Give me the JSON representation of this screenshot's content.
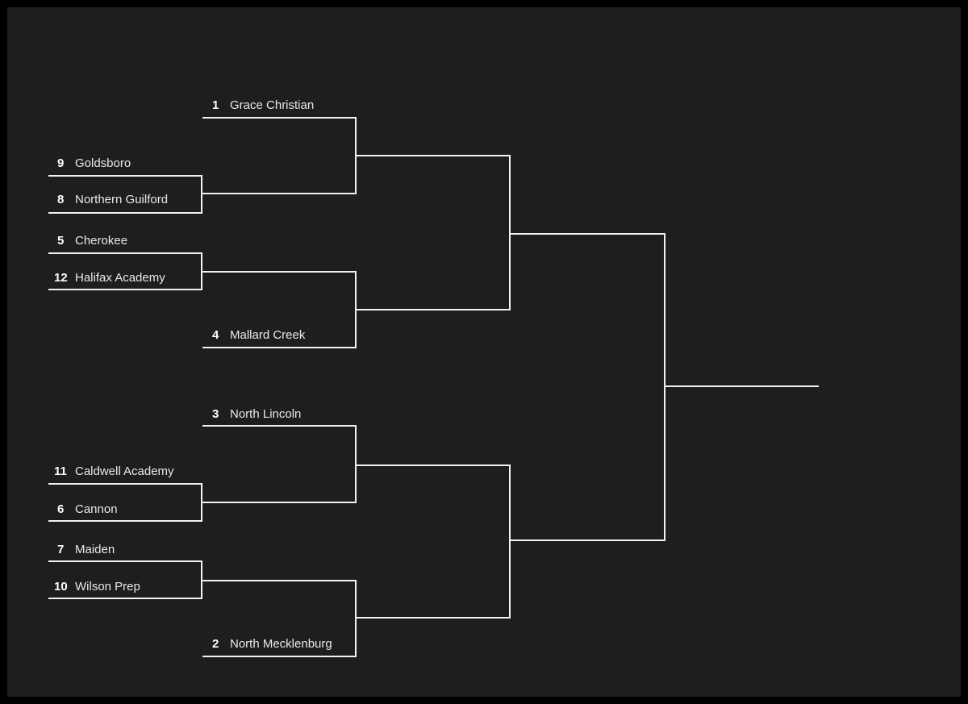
{
  "colors": {
    "page_border": "#000000",
    "background": "#1e1e21",
    "lines": "#f2f2f2",
    "text": "#e9e9e9"
  },
  "bracket": {
    "teams": [
      {
        "id": "grace-christian",
        "seed": "1",
        "name": "Grace Christian"
      },
      {
        "id": "goldsboro",
        "seed": "9",
        "name": "Goldsboro"
      },
      {
        "id": "northern-guilford",
        "seed": "8",
        "name": "Northern Guilford"
      },
      {
        "id": "cherokee",
        "seed": "5",
        "name": "Cherokee"
      },
      {
        "id": "halifax-academy",
        "seed": "12",
        "name": "Halifax Academy"
      },
      {
        "id": "mallard-creek",
        "seed": "4",
        "name": "Mallard Creek"
      },
      {
        "id": "north-lincoln",
        "seed": "3",
        "name": "North Lincoln"
      },
      {
        "id": "caldwell-academy",
        "seed": "11",
        "name": "Caldwell Academy"
      },
      {
        "id": "cannon",
        "seed": "6",
        "name": "Cannon"
      },
      {
        "id": "maiden",
        "seed": "7",
        "name": "Maiden"
      },
      {
        "id": "wilson-prep",
        "seed": "10",
        "name": "Wilson Prep"
      },
      {
        "id": "north-mecklenburg",
        "seed": "2",
        "name": "North Mecklenburg"
      }
    ]
  }
}
